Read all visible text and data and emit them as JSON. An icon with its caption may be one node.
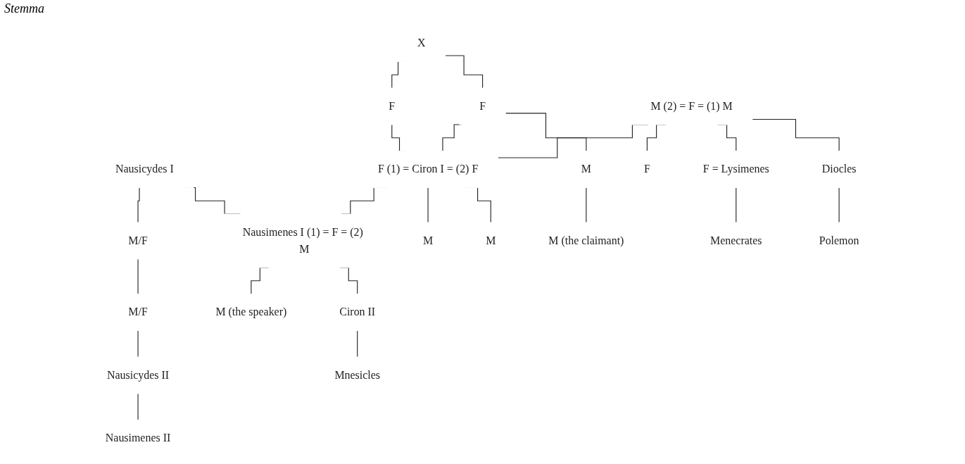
{
  "diagram": {
    "title": "Stemma",
    "nodes": [
      {
        "text": [
          "X"
        ]
      },
      {
        "text": [
          "F"
        ]
      },
      {
        "text": [
          "F"
        ]
      },
      {
        "text": [
          "M (2) = F = (1) M"
        ]
      },
      {
        "text": [
          "Nausicydes I"
        ]
      },
      {
        "text": [
          "F (1) = Ciron I = (2) F"
        ]
      },
      {
        "text": [
          "F"
        ]
      },
      {
        "text": [
          "F = Lysimenes"
        ]
      },
      {
        "text": [
          "Diocles"
        ]
      },
      {
        "text": [
          "M"
        ]
      },
      {
        "text": [
          "M/F"
        ]
      },
      {
        "text": [
          "Nausimenes I (1) = F = (2) M"
        ]
      },
      {
        "text": [
          "M"
        ]
      },
      {
        "text": [
          "M"
        ]
      },
      {
        "text": [
          "Menecrates"
        ]
      },
      {
        "text": [
          "Polemon"
        ]
      },
      {
        "text": [
          "M (the claimant)"
        ]
      },
      {
        "text": [
          "M/F"
        ]
      },
      {
        "text": [
          "M (the speaker)"
        ]
      },
      {
        "text": [
          "Ciron II"
        ]
      },
      {
        "text": [
          "Nausicydes II"
        ]
      },
      {
        "text": [
          "Mnesicles"
        ]
      },
      {
        "text": [
          "Nausimenes II"
        ]
      }
    ],
    "edges": [
      {
        "from": 0,
        "to": 1,
        "arrow": "none"
      },
      {
        "from": 0,
        "to": 2,
        "arrow": "none"
      },
      {
        "from": 2,
        "to": 5,
        "arrow": "none"
      },
      {
        "from": 2,
        "to": 9,
        "arrow": "none"
      },
      {
        "from": 3,
        "to": 5,
        "arrow": "none"
      },
      {
        "from": 3,
        "to": 6,
        "arrow": "none"
      },
      {
        "from": 3,
        "to": 7,
        "arrow": "none"
      },
      {
        "from": 3,
        "to": 8,
        "arrow": "none"
      },
      {
        "from": 1,
        "to": 5,
        "arrow": "none"
      },
      {
        "from": 4,
        "to": 10,
        "arrow": "none"
      },
      {
        "from": 4,
        "to": 11,
        "arrow": "none"
      },
      {
        "from": 5,
        "to": 11,
        "arrow": "none"
      },
      {
        "from": 5,
        "to": 12,
        "arrow": "none"
      },
      {
        "from": 5,
        "to": 13,
        "arrow": "none"
      },
      {
        "from": 7,
        "to": 14,
        "arrow": "none"
      },
      {
        "from": 8,
        "to": 15,
        "arrow": "none"
      },
      {
        "from": 9,
        "to": 16,
        "arrow": "none"
      },
      {
        "from": 10,
        "to": 17,
        "arrow": "none"
      },
      {
        "from": 11,
        "to": 18,
        "arrow": "none"
      },
      {
        "from": 11,
        "to": 19,
        "arrow": "none"
      },
      {
        "from": 17,
        "to": 20,
        "arrow": "none"
      },
      {
        "from": 19,
        "to": 21,
        "arrow": "none"
      },
      {
        "from": 20,
        "to": 22,
        "arrow": "none"
      }
    ]
  }
}
